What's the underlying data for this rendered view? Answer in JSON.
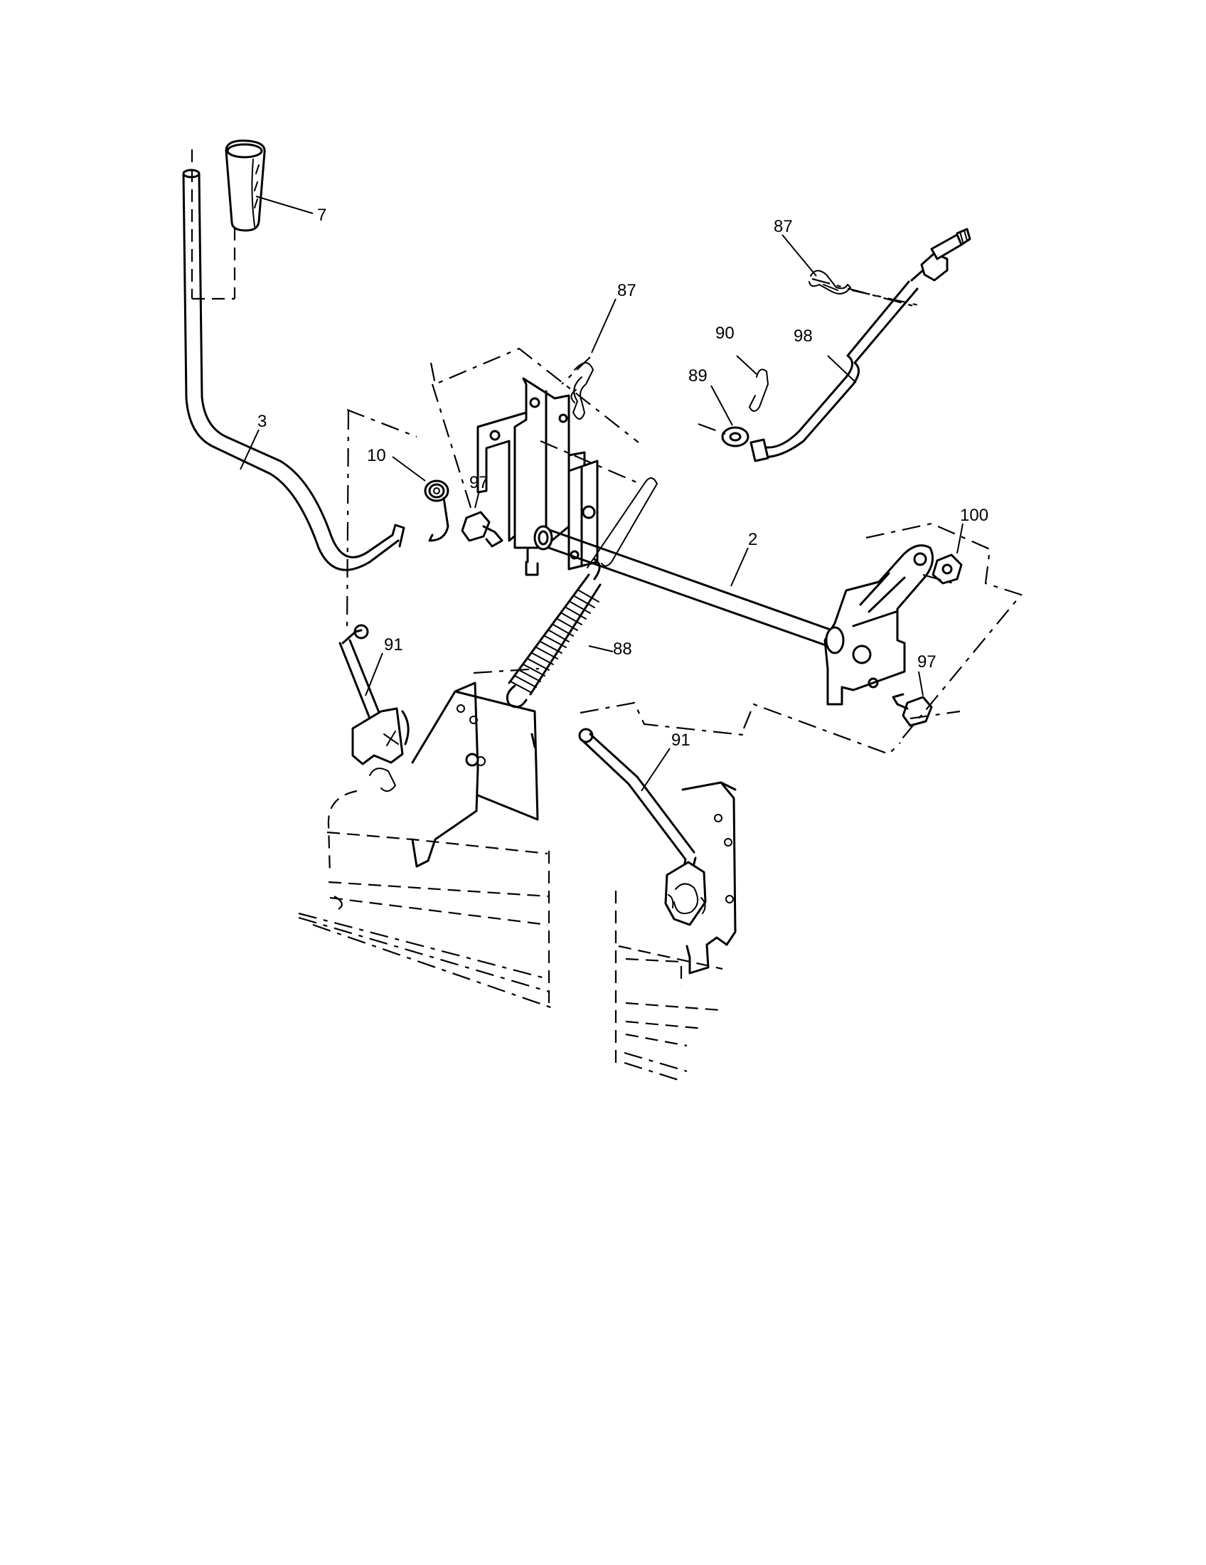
{
  "callouts": [
    {
      "id": "c7",
      "text": "7"
    },
    {
      "id": "c87a",
      "text": "87"
    },
    {
      "id": "c87b",
      "text": "87"
    },
    {
      "id": "c90",
      "text": "90"
    },
    {
      "id": "c98",
      "text": "98"
    },
    {
      "id": "c89",
      "text": "89"
    },
    {
      "id": "c3",
      "text": "3"
    },
    {
      "id": "c10",
      "text": "10"
    },
    {
      "id": "c97a",
      "text": "97"
    },
    {
      "id": "c100",
      "text": "100"
    },
    {
      "id": "c2",
      "text": "2"
    },
    {
      "id": "c91a",
      "text": "91"
    },
    {
      "id": "c88",
      "text": "88"
    },
    {
      "id": "c97b",
      "text": "97"
    },
    {
      "id": "c91b",
      "text": "91"
    }
  ]
}
